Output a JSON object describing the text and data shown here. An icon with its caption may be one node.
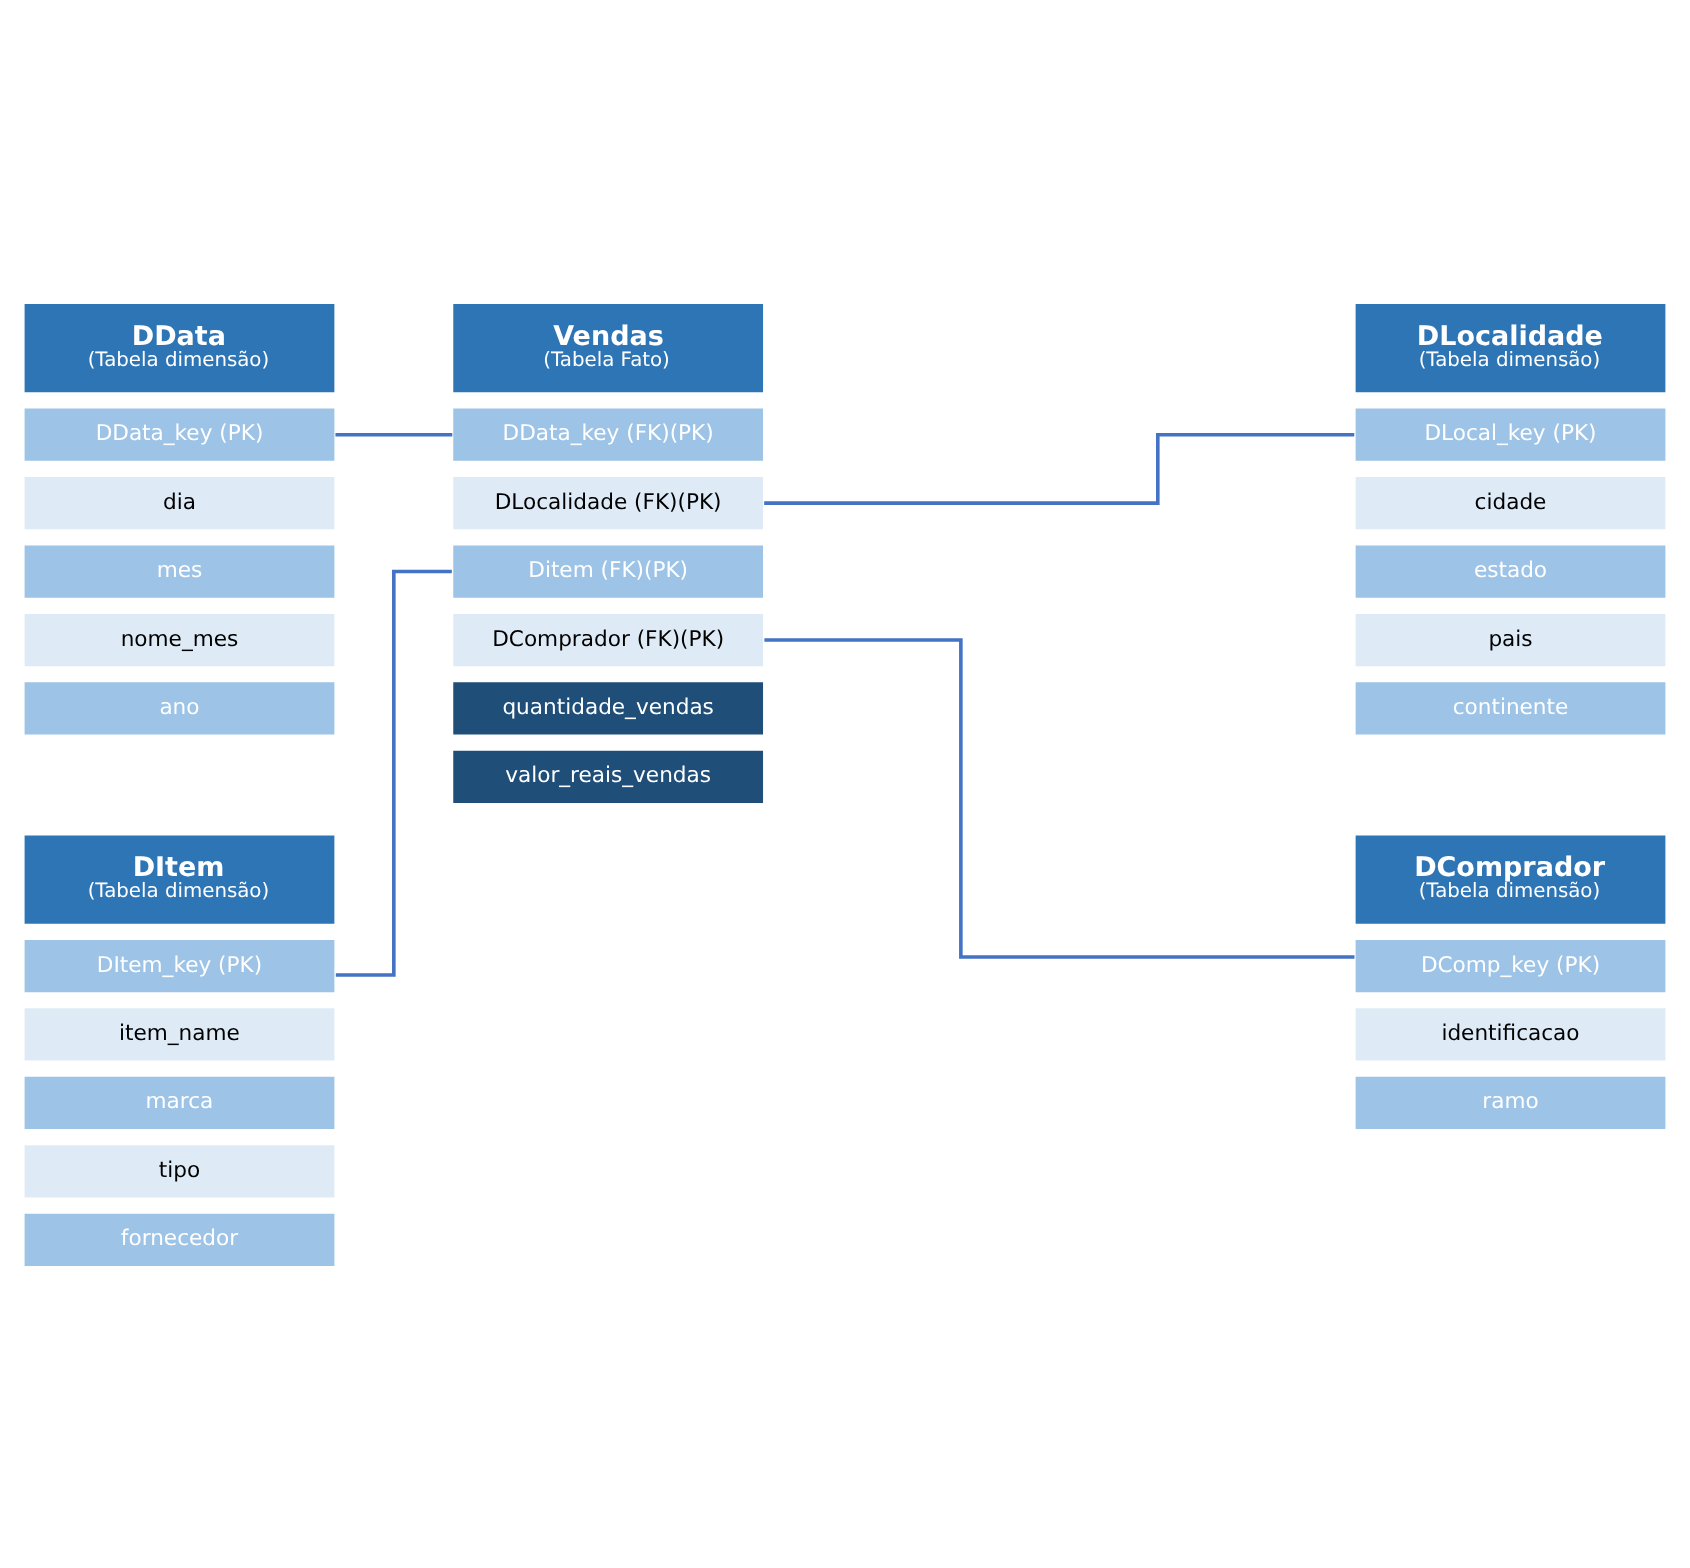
{
  "diagram": {
    "nodes": [
      {
        "text": [
          "DData",
          "(Tabela dimensão)"
        ]
      },
      {
        "text": [
          "DData_key (PK)"
        ]
      },
      {
        "text": [
          "dia"
        ]
      },
      {
        "text": [
          "mes"
        ]
      },
      {
        "text": [
          "nome_mes"
        ]
      },
      {
        "text": [
          "ano"
        ]
      },
      {
        "text": [
          "DLocalidade",
          "(Tabela dimensão)"
        ]
      },
      {
        "text": [
          "DLocal_key (PK)"
        ]
      },
      {
        "text": [
          "cidade"
        ]
      },
      {
        "text": [
          "estado"
        ]
      },
      {
        "text": [
          "pais"
        ]
      },
      {
        "text": [
          "continente"
        ]
      },
      {
        "text": [
          "Vendas",
          "(Tabela Fato)"
        ]
      },
      {
        "text": [
          "DData_key (FK)(PK)"
        ]
      },
      {
        "text": [
          "DLocalidade (FK)(PK)"
        ]
      },
      {
        "text": [
          "Ditem (FK)(PK)"
        ]
      },
      {
        "text": [
          "DComprador (FK)(PK)"
        ]
      },
      {
        "text": [
          "quantidade_vendas"
        ]
      },
      {
        "text": [
          "valor_reais_vendas"
        ]
      },
      {
        "text": [
          "DItem",
          "(Tabela dimensão)"
        ]
      },
      {
        "text": [
          "DItem_key (PK)"
        ]
      },
      {
        "text": [
          "item_name"
        ]
      },
      {
        "text": [
          "marca"
        ]
      },
      {
        "text": [
          "tipo"
        ]
      },
      {
        "text": [
          "fornecedor"
        ]
      },
      {
        "text": [
          "DComprador",
          "(Tabela dimensão)"
        ]
      },
      {
        "text": [
          "DComp_key (PK)"
        ]
      },
      {
        "text": [
          "identificacao"
        ]
      },
      {
        "text": [
          "ramo"
        ]
      }
    ],
    "edges": [
      {
        "from": 1,
        "to": 13,
        "arrow": "none"
      },
      {
        "from": 14,
        "to": 7,
        "arrow": "none"
      },
      {
        "from": 15,
        "to": 20,
        "arrow": "none"
      },
      {
        "from": 16,
        "to": 26,
        "arrow": "none"
      }
    ]
  }
}
